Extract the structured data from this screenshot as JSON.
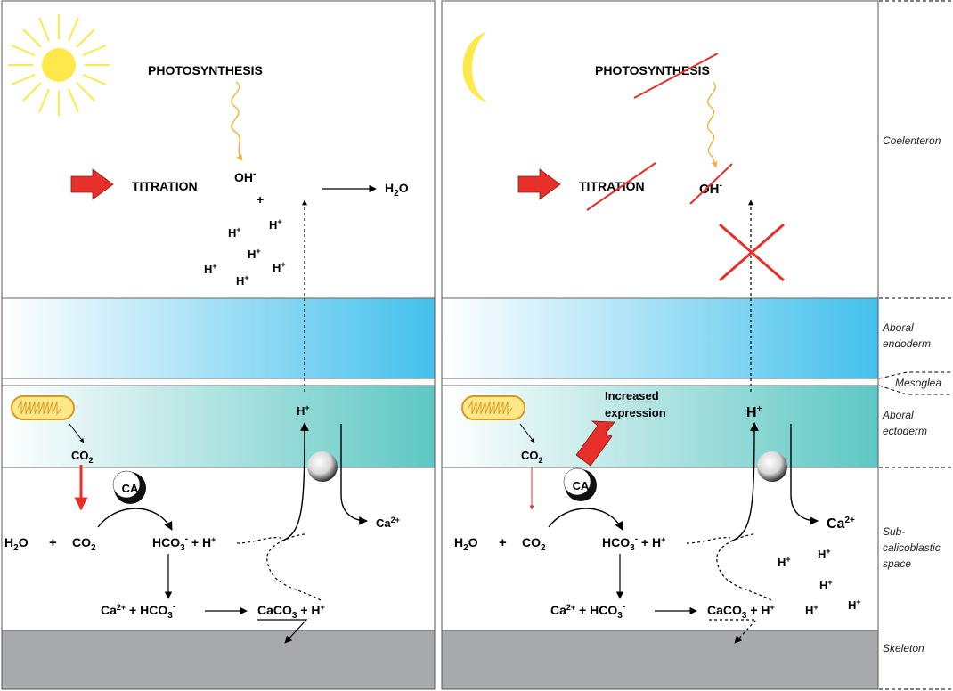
{
  "layer_labels": {
    "coelenteron": "Coelenteron",
    "aboral_endoderm_1": "Aboral",
    "aboral_endoderm_2": "endoderm",
    "mesoglea": "Mesoglea",
    "aboral_ectoderm_1": "Aboral",
    "aboral_ectoderm_2": "ectoderm",
    "subcalicoblastic_1": "Sub-",
    "subcalicoblastic_2": "calicoblastic",
    "subcalicoblastic_3": "space",
    "skeleton": "Skeleton"
  },
  "day_panel": {
    "photosynthesis": "PHOTOSYNTHESIS",
    "titration": "TITRATION",
    "hydroxide": "OH",
    "hydroxide_charge": "-",
    "plus": "+",
    "water_product": "H",
    "water_product_sub": "2",
    "water_product_tail": "O",
    "protons": [
      "H",
      "H",
      "H",
      "H",
      "H",
      "H"
    ],
    "proton_charge": "+",
    "mito_product": "CO",
    "mito_product_sub": "2",
    "ca_label": "CA",
    "reactant_water": "H",
    "reactant_water_sub": "2",
    "reactant_water_tail": "O",
    "reactant_plus": "+",
    "reactant_co2": "CO",
    "reactant_co2_sub": "2",
    "bicarbonate": "HCO",
    "bicarbonate_sub": "3",
    "bicarbonate_charge": "-",
    "bicarbonate_tail": " + H",
    "bicarbonate_tail_charge": "+",
    "calcium_out": "Ca",
    "calcium_out_charge": "2+",
    "ectoderm_proton": "H",
    "ectoderm_proton_charge": "+",
    "calcium_in": "Ca",
    "calcium_in_charge": "2+",
    "calcium_in_tail": " + HCO",
    "calcium_in_sub": "3",
    "calcium_in_tail_charge": "-",
    "carbonate": "CaCO",
    "carbonate_sub": "3",
    "carbonate_tail": " + H",
    "carbonate_tail_charge": "+"
  },
  "night_panel": {
    "photosynthesis": "PHOTOSYNTHESIS",
    "titration": "TITRATION",
    "hydroxide": "OH",
    "hydroxide_charge": "-",
    "increased_1": "Increased",
    "increased_2": "expression",
    "ectoderm_proton": "H",
    "ectoderm_proton_charge": "+",
    "mito_product": "CO",
    "mito_product_sub": "2",
    "ca_label": "CA",
    "reactant_water": "H",
    "reactant_water_sub": "2",
    "reactant_water_tail": "O",
    "reactant_plus": "+",
    "reactant_co2": "CO",
    "reactant_co2_sub": "2",
    "bicarbonate": "HCO",
    "bicarbonate_sub": "3",
    "bicarbonate_charge": "-",
    "bicarbonate_tail": " + H",
    "bicarbonate_tail_charge": "+",
    "calcium_out": "Ca",
    "calcium_out_charge": "2+",
    "protons": [
      "H",
      "H",
      "H",
      "H",
      "H"
    ],
    "proton_charge": "+",
    "calcium_in": "Ca",
    "calcium_in_charge": "2+",
    "calcium_in_tail": " + HCO",
    "calcium_in_sub": "3",
    "calcium_in_tail_charge": "-",
    "carbonate": "CaCO",
    "carbonate_sub": "3",
    "carbonate_tail": " + H",
    "carbonate_tail_charge": "+"
  },
  "colors": {
    "sun": "#FFE84A",
    "moon": "#FFE84A",
    "red_arrow": "#E8302A",
    "photon_wave": "#F2B233",
    "endoderm": "#44C0EC",
    "ectoderm": "#5EC7C3",
    "skeleton": "#A7A9AC",
    "mitochondrion": "#FFE88A"
  }
}
